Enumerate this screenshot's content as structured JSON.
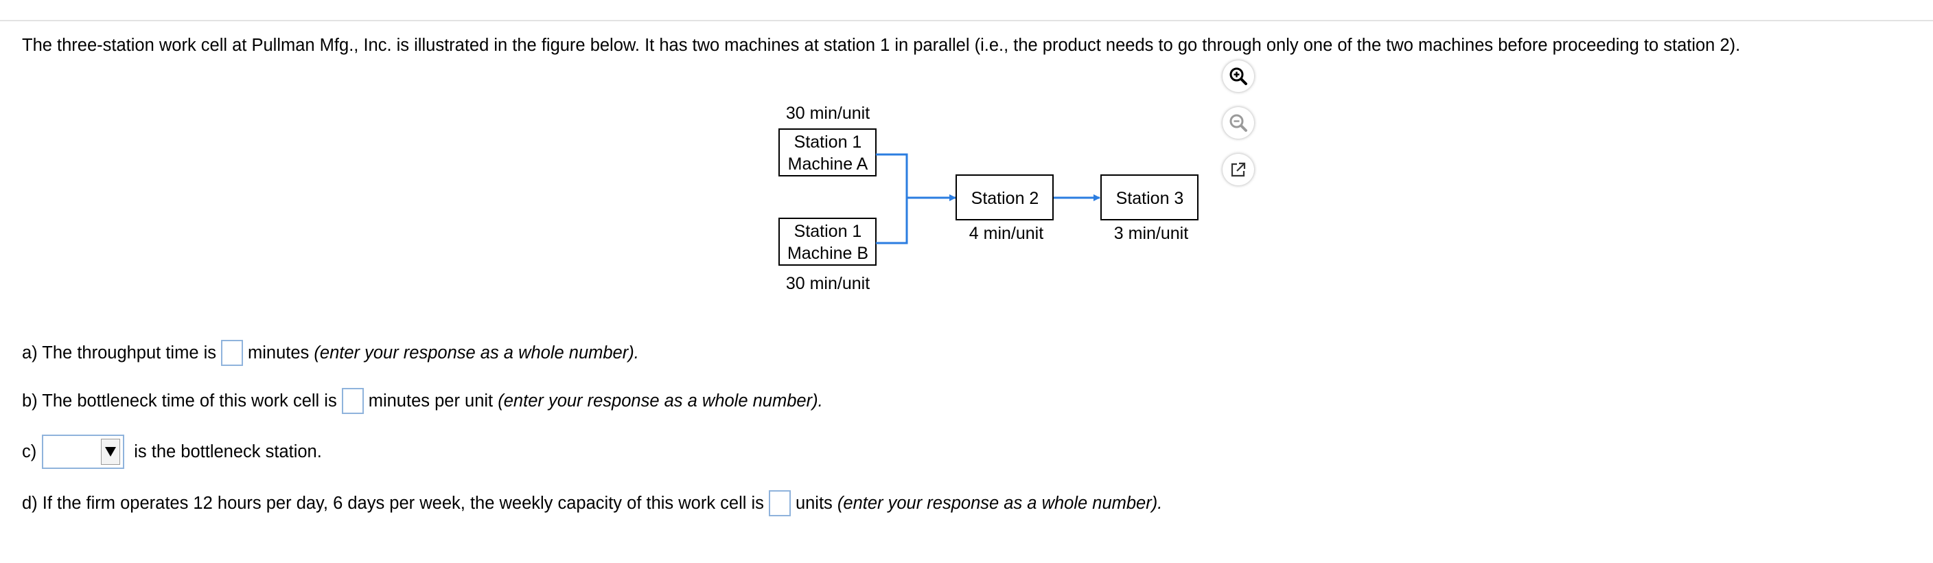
{
  "intro_text": "The three-station work cell at Pullman Mfg., Inc. is illustrated in the figure below. It has two machines at station 1 in parallel (i.e., the product needs to go through only one of the two machines before proceeding to station 2).",
  "toolbar": {
    "zoom_in_icon": "magnifier-plus",
    "zoom_out_icon": "magnifier-minus",
    "popout_icon": "open-external"
  },
  "diagram": {
    "machine_a": {
      "time": "30 min/unit",
      "line1": "Station 1",
      "line2": "Machine A"
    },
    "machine_b": {
      "time": "30 min/unit",
      "line1": "Station 1",
      "line2": "Machine B"
    },
    "station2": {
      "label": "Station 2",
      "time": "4 min/unit"
    },
    "station3": {
      "label": "Station 3",
      "time": "3 min/unit"
    },
    "arrow_color": "#2b7de0"
  },
  "questions": {
    "a": {
      "before": "a) The throughput time is",
      "after": "minutes",
      "hint": "(enter your response as a whole number).",
      "value": ""
    },
    "b": {
      "before": "b) The bottleneck time of this work cell is",
      "after": "minutes per unit",
      "hint": "(enter your response as a whole number).",
      "value": ""
    },
    "c": {
      "before": "c)",
      "after": "is the bottleneck station.",
      "selected": ""
    },
    "d": {
      "before": "d) If the firm operates 12 hours per day, 6 days per week, the weekly capacity of this work cell is",
      "after": "units",
      "hint": "(enter your response as a whole number).",
      "value": ""
    }
  }
}
